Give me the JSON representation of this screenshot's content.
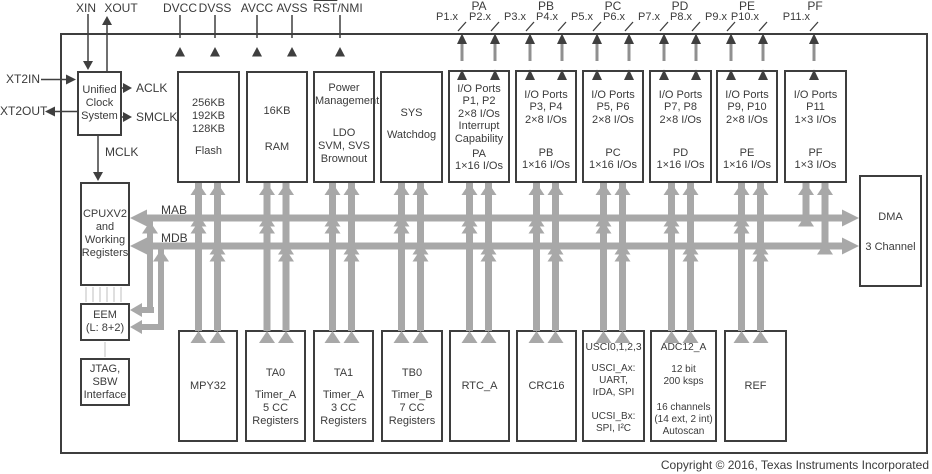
{
  "pins": {
    "xin": "XIN",
    "xout": "XOUT",
    "xt2in": "XT2IN",
    "xt2out": "XT2OUT",
    "power": [
      "DVCC",
      "DVSS",
      "AVCC",
      "AVSS"
    ],
    "reset_rst": "RST",
    "reset_nmi": "/NMI"
  },
  "clock": {
    "aclk": "ACLK",
    "smclk": "SMCLK",
    "mclk": "MCLK"
  },
  "buses": {
    "mab": "MAB",
    "mdb": "MDB"
  },
  "port_groups": [
    {
      "name": "PA",
      "pins": [
        "P1.x",
        "P2.x"
      ]
    },
    {
      "name": "PB",
      "pins": [
        "P3.x",
        "P4.x"
      ]
    },
    {
      "name": "PC",
      "pins": [
        "P5.x",
        "P6.x"
      ]
    },
    {
      "name": "PD",
      "pins": [
        "P7.x",
        "P8.x"
      ]
    },
    {
      "name": "PE",
      "pins": [
        "P9.x",
        "P10.x"
      ]
    },
    {
      "name": "PF",
      "pins": [
        "P11.x"
      ]
    }
  ],
  "blocks": {
    "ucs": {
      "label": "Unified\nClock\nSystem"
    },
    "flash": {
      "title": "256KB\n192KB\n128KB",
      "detail": "Flash"
    },
    "ram": {
      "title": "16KB",
      "detail": "RAM"
    },
    "pmm": {
      "title": "Power\nManagement",
      "detail": "LDO\nSVM, SVS\nBrownout"
    },
    "sys": {
      "title": "SYS",
      "detail": "Watchdog"
    },
    "io_pa": {
      "title": "I/O Ports\nP1, P2\n2×8 I/Os\nInterrupt\nCapability",
      "detail": "PA\n1×16 I/Os"
    },
    "io_pb": {
      "title": "I/O Ports\nP3, P4\n2×8 I/Os",
      "detail": "PB\n1×16 I/Os"
    },
    "io_pc": {
      "title": "I/O Ports\nP5, P6\n2×8 I/Os",
      "detail": "PC\n1×16 I/Os"
    },
    "io_pd": {
      "title": "I/O Ports\nP7, P8\n2×8 I/Os",
      "detail": "PD\n1×16 I/Os"
    },
    "io_pe": {
      "title": "I/O Ports\nP9, P10\n2×8 I/Os",
      "detail": "PE\n1×16 I/Os"
    },
    "io_pf": {
      "title": "I/O Ports\nP11\n1×3 I/Os",
      "detail": "PF\n1×3 I/Os"
    },
    "cpu": {
      "label": "CPUXV2\nand\nWorking\nRegisters"
    },
    "eem": {
      "label": "EEM\n(L: 8+2)"
    },
    "jtag": {
      "label": "JTAG,\nSBW\nInterface"
    },
    "dma": {
      "title": "DMA",
      "detail": "3 Channel"
    },
    "mpy": {
      "label": "MPY32"
    },
    "ta0": {
      "title": "TA0",
      "detail": "Timer_A\n5 CC\nRegisters"
    },
    "ta1": {
      "title": "TA1",
      "detail": "Timer_A\n3 CC\nRegisters"
    },
    "tb0": {
      "title": "TB0",
      "detail": "Timer_B\n7 CC\nRegisters"
    },
    "rtc": {
      "label": "RTC_A"
    },
    "crc": {
      "label": "CRC16"
    },
    "usci": {
      "title": "USCI0,1,2,3",
      "mid": "USCI_Ax:\nUART,\nIrDA, SPI",
      "detail": "UCSI_Bx:\nSPI, I²C"
    },
    "adc": {
      "title": "ADC12_A",
      "mid": "12 bit\n200 ksps",
      "detail": "16 channels\n(14 ext, 2 int)\nAutoscan"
    },
    "ref": {
      "label": "REF"
    }
  },
  "colors": {
    "line_dark": "#3f3f3f",
    "bus_gray": "#a8a8a8"
  },
  "footer": "Copyright © 2016, Texas Instruments Incorporated"
}
